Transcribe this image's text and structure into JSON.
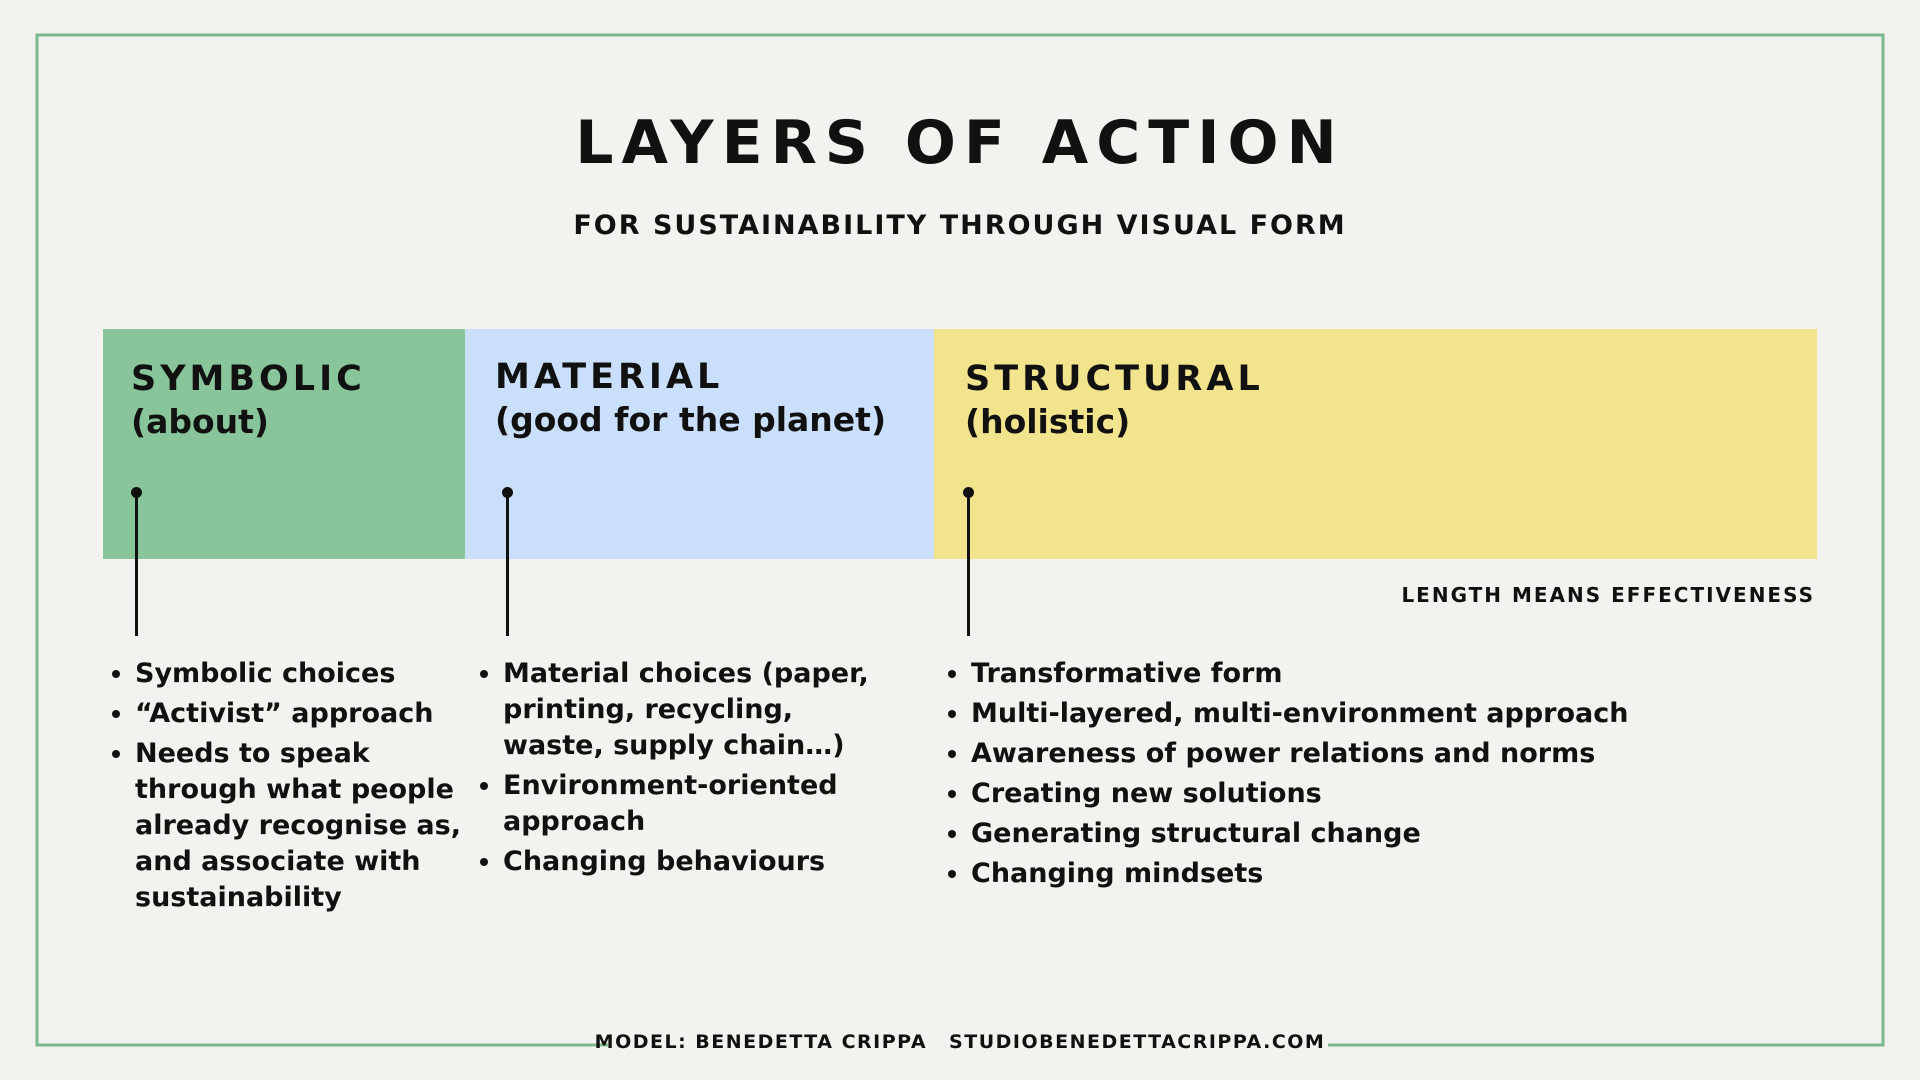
{
  "colors": {
    "background": "#f3f2ef",
    "frame": "#7bb98a",
    "symbolic": "#88c59a",
    "material": "#cadffa",
    "structural": "#f2e48c",
    "text": "#111111"
  },
  "title": "LAYERS OF ACTION",
  "subtitle": "FOR SUSTAINABILITY THROUGH VISUAL FORM",
  "layers": [
    {
      "name": "SYMBOLIC",
      "description": "(about)",
      "items": [
        "Symbolic choices",
        "“Activist” approach",
        "Needs to speak through what people already recognise as, and associate with sustainability"
      ]
    },
    {
      "name": "MATERIAL",
      "description": "(good for the planet)",
      "items": [
        "Material choices (paper, printing, recycling, waste, supply chain…)",
        "Environment-oriented approach",
        "Changing behaviours"
      ]
    },
    {
      "name": "STRUCTURAL",
      "description": "(holistic)",
      "items": [
        "Transformative form",
        "Multi-layered, multi-environment approach",
        "Awareness of power relations and norms",
        "Creating new solutions",
        "Generating structural change",
        "Changing mindsets"
      ]
    }
  ],
  "note": "LENGTH MEANS EFFECTIVENESS",
  "footer": {
    "credit": "MODEL: BENEDETTA CRIPPA",
    "website": "STUDIOBENEDETTACRIPPA.COM"
  }
}
